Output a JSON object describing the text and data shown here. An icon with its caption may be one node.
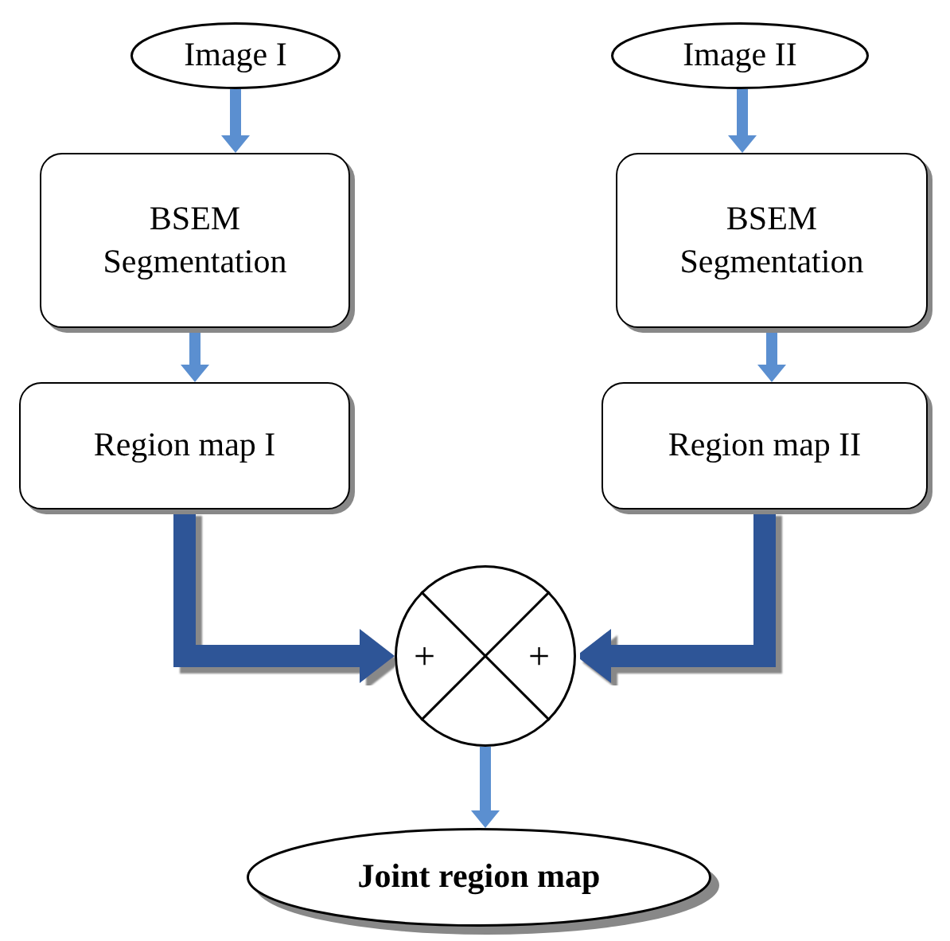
{
  "diagram": {
    "nodes": [
      {
        "text": [
          "Image I"
        ]
      },
      {
        "text": [
          "Image II"
        ]
      },
      {
        "text": [
          "BSEM Segmentation"
        ]
      },
      {
        "text": [
          "BSEM Segmentation"
        ]
      },
      {
        "text": [
          "Region map I"
        ]
      },
      {
        "text": [
          "Region map II"
        ]
      },
      {
        "text": [
          "+",
          "+"
        ]
      },
      {
        "text": [
          "Joint region map"
        ]
      }
    ],
    "edges": [
      {
        "from": 0,
        "to": 2,
        "arrow": "to"
      },
      {
        "from": 2,
        "to": 4,
        "arrow": "to"
      },
      {
        "from": 1,
        "to": 3,
        "arrow": "to"
      },
      {
        "from": 3,
        "to": 5,
        "arrow": "to"
      },
      {
        "from": 4,
        "to": 6,
        "arrow": "to",
        "style": "thick",
        "color": "#2f5597"
      },
      {
        "from": 5,
        "to": 6,
        "arrow": "to",
        "style": "thick",
        "color": "#2f5597"
      },
      {
        "from": 6,
        "to": 7,
        "arrow": "to"
      }
    ]
  }
}
